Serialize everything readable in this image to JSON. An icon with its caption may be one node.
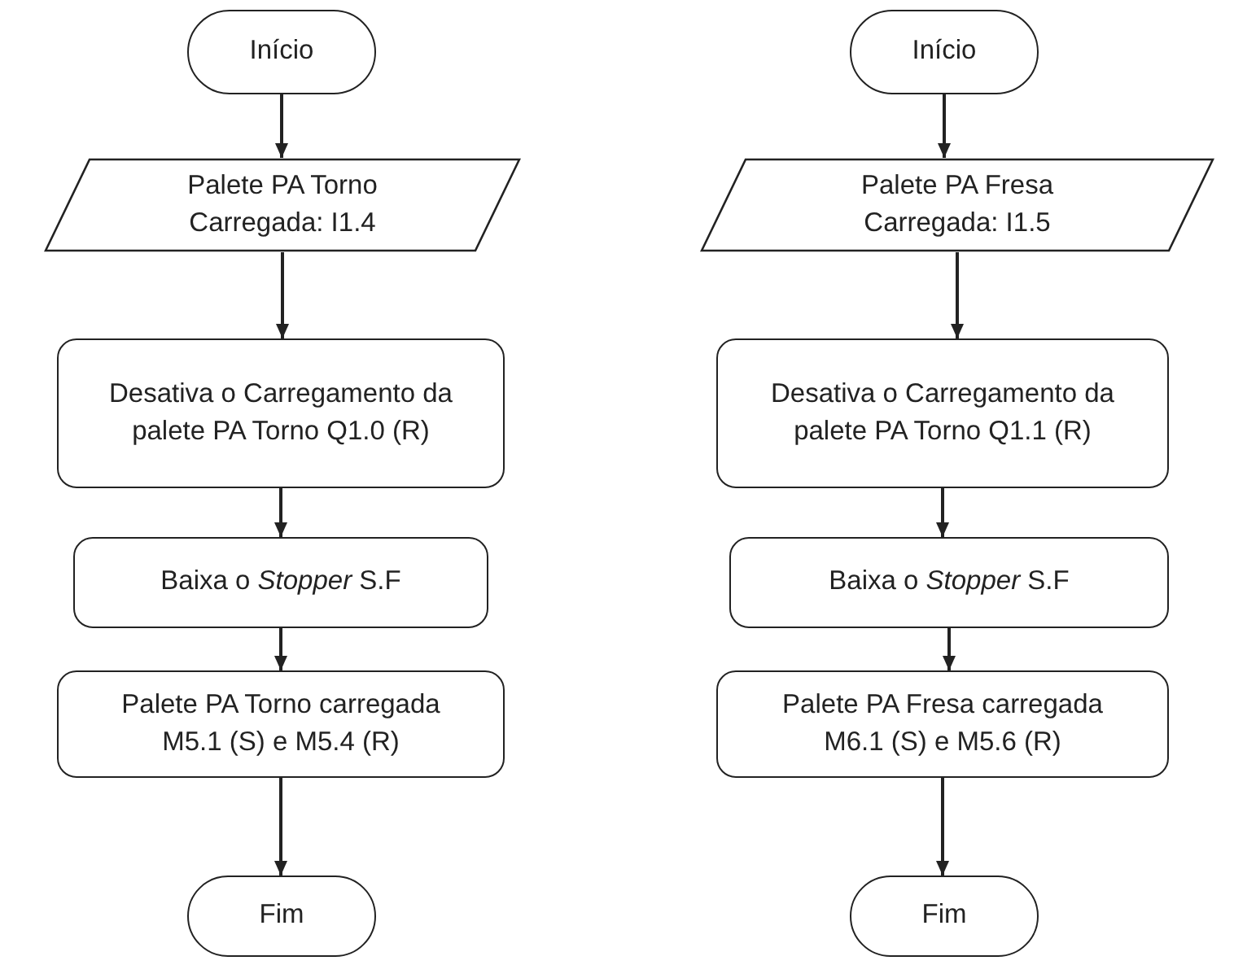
{
  "diagram": {
    "nodes": [
      {
        "text": [
          "Início"
        ]
      },
      {
        "text": [
          "Palete PA Torno Carregada: I1.4"
        ]
      },
      {
        "text": [
          "Desativa o Carregamento da palete PA Torno Q1.0 (R)"
        ]
      },
      {
        "text": [
          "Baixa o *Stopper* S.F"
        ]
      },
      {
        "text": [
          "Palete PA Torno carregada M5.1 (S) e M5.4 (R)"
        ]
      },
      {
        "text": [
          "Fim"
        ]
      },
      {
        "text": [
          "Início"
        ]
      },
      {
        "text": [
          "Palete PA Fresa Carregada: I1.5"
        ]
      },
      {
        "text": [
          "Desativa o Carregamento da palete PA Torno Q1.1 (R)"
        ]
      },
      {
        "text": [
          "Baixa o *Stopper* S.F"
        ]
      },
      {
        "text": [
          "Palete PA Fresa carregada M6.1 (S) e M5.6 (R)"
        ]
      },
      {
        "text": [
          "Fim"
        ]
      }
    ],
    "edges": [
      {
        "from": 0,
        "to": 1,
        "arrow": "to"
      },
      {
        "from": 1,
        "to": 2,
        "arrow": "to"
      },
      {
        "from": 2,
        "to": 3,
        "arrow": "to"
      },
      {
        "from": 3,
        "to": 4,
        "arrow": "to"
      },
      {
        "from": 4,
        "to": 5,
        "arrow": "to"
      },
      {
        "from": 6,
        "to": 7,
        "arrow": "to"
      },
      {
        "from": 7,
        "to": 8,
        "arrow": "to"
      },
      {
        "from": 8,
        "to": 9,
        "arrow": "to"
      },
      {
        "from": 9,
        "to": 10,
        "arrow": "to"
      },
      {
        "from": 10,
        "to": 11,
        "arrow": "to"
      }
    ]
  }
}
